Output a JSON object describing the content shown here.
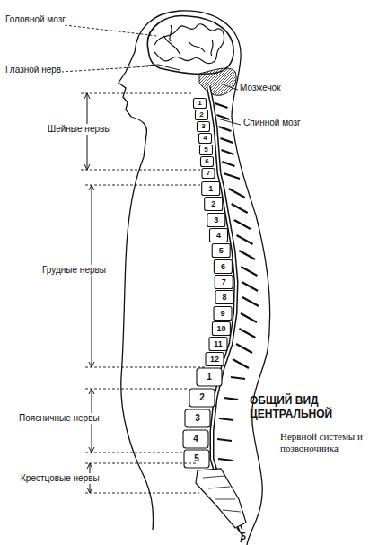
{
  "diagram": {
    "labels": [
      "Головной мозг",
      "Глазной нерв",
      "Мозжечок",
      "Спинной мозг",
      "Шейные нервы",
      "Грудные нервы",
      "Поясничные нервы",
      "Крестцовые нервы",
      "ОБЩИЙ ВИД ЦЕНТРАЛЬНОЙ",
      "Нервной системы и позвоночника",
      "1",
      "2",
      "3",
      "4",
      "5",
      "6",
      "7",
      "1",
      "2",
      "3",
      "4",
      "5",
      "6",
      "7",
      "8",
      "9",
      "10",
      "11",
      "12",
      "1",
      "2",
      "3",
      "4",
      "5",
      "5"
    ]
  }
}
